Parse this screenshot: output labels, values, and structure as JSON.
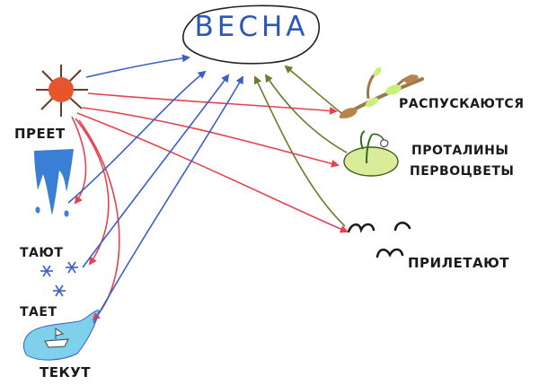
{
  "title": "ВЕСНА",
  "labels": {
    "sun": "ПРЕЕТ",
    "icicles": "ТАЮТ",
    "snowflakes": "ТАЕТ",
    "stream": "ТЕКУТ",
    "buds": "РАСПУСКАЮТСЯ",
    "thaw_line1": "ПРОТАЛИНЫ",
    "thaw_line2": "ПЕРВОЦВЕТЫ",
    "birds": "ПРИЛЕТАЮТ"
  },
  "colors": {
    "sun": "#e8542c",
    "sun_rays": "#6a3a2a",
    "title": "#2b57b8",
    "icicle": "#3a7fd6",
    "water": "#7fd0ea",
    "grass_patch": "#d9ec9a",
    "branch": "#9a7a4a",
    "bud": "#c8f07a",
    "arrow_red": "#e5434f",
    "arrow_blue": "#3a5fc8",
    "arrow_olive": "#6f7a2a",
    "bird": "#1a1a1a"
  },
  "icons": [
    "sun-icon",
    "icicles-icon",
    "snowflakes-icon",
    "stream-icon",
    "branch-buds-icon",
    "snowdrop-icon",
    "birds-icon"
  ]
}
